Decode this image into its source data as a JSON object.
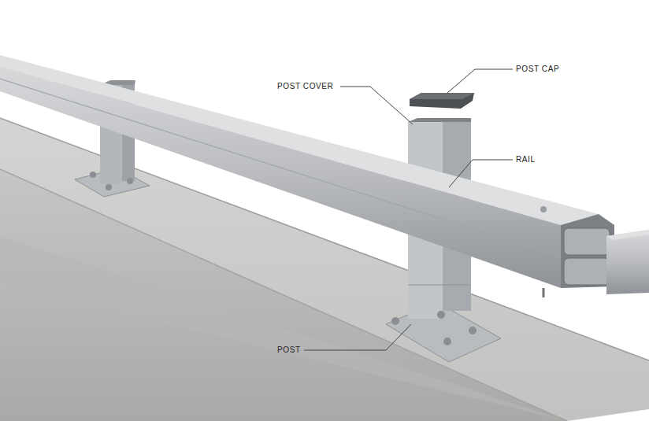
{
  "diagram": {
    "labels": [
      "POST COVER",
      "POST CAP",
      "RAIL",
      "POST"
    ]
  }
}
